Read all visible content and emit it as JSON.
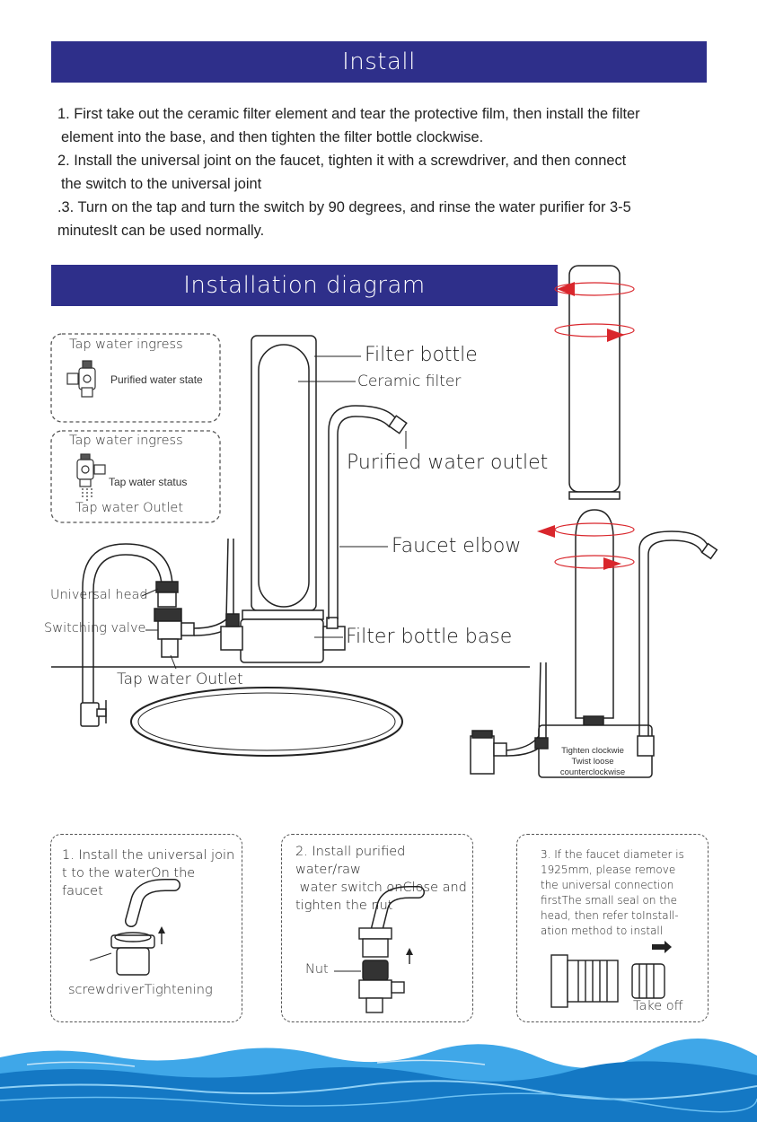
{
  "header": {
    "title": "Install"
  },
  "steps": [
    "1. First take out the ceramic filter element and tear the protective film, then install the filter",
    "element into the base, and then tighten the filter bottle clockwise.",
    "2. Install the universal joint on the faucet, tighten it with a screwdriver, and then connect",
    "the switch to the universal joint",
    ".3. Turn on the tap and turn the switch by 90 degrees, and rinse the water purifier for 3-5",
    "minutesIt can be used normally."
  ],
  "diagram": {
    "title": "Installation diagram",
    "box1": {
      "top": "Tap water ingress",
      "side": "Purified water state"
    },
    "box2": {
      "top": "Tap water ingress",
      "side": "Tap water status",
      "bottom": "Tap water Outlet"
    },
    "labels": {
      "filter_bottle": "Filter bottle",
      "ceramic_filter": "Ceramic filter",
      "purified_outlet": "Purified water outlet",
      "faucet_elbow": "Faucet elbow",
      "filter_base": "Filter bottle base",
      "universal_head": "Universal head",
      "switching_valve": "Switching valve",
      "tap_outlet": "Tap water Outlet"
    },
    "base_note": [
      "Tighten clockwie",
      "Twist loose",
      "counterclockwise"
    ]
  },
  "cards": [
    {
      "lines": [
        "1. Install the universal join",
        "t to the waterOn the faucet"
      ],
      "caption": "screwdriverTightening"
    },
    {
      "lines": [
        "2. Install purified water/raw",
        " water switch onClose and",
        "tighten the nut"
      ],
      "caption": "Nut"
    },
    {
      "lines": [
        "3. If the faucet diameter is",
        "1925mm, please remove",
        "the universal connection",
        "firstThe small seal on the",
        "head, then refer toInstall-",
        "ation method to install"
      ],
      "caption": "Take off"
    }
  ],
  "colors": {
    "banner": "#2e2f8a",
    "arrow": "#d9262c",
    "wave": "#1e88d6"
  }
}
